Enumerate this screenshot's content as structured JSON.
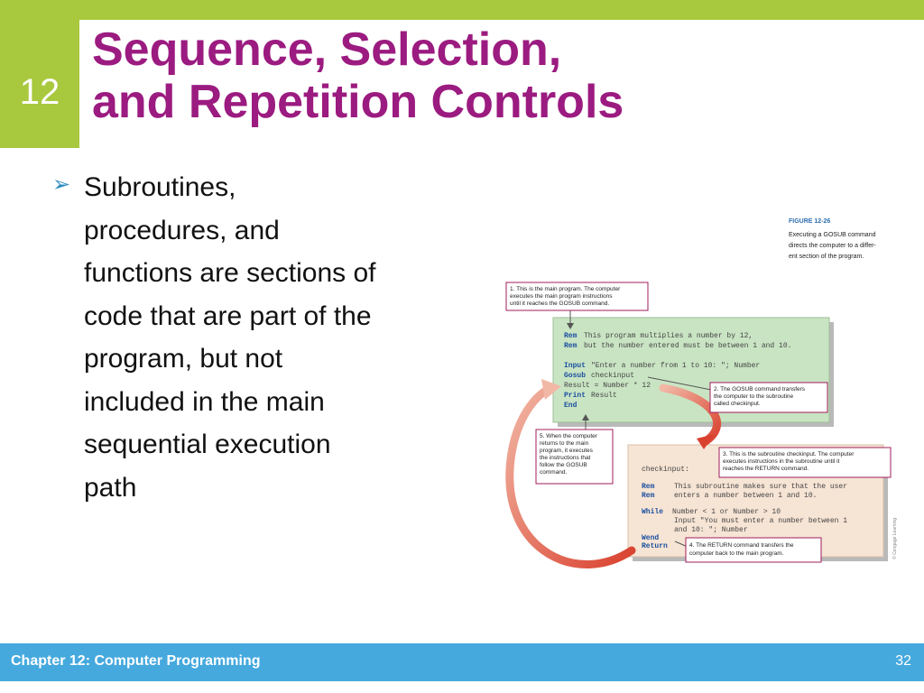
{
  "slide": {
    "chapter_number": "12",
    "title_line1": "Sequence, Selection,",
    "title_line2": "and Repetition Controls",
    "bullet_lines": [
      "Subroutines,",
      "procedures, and",
      "functions are sections of",
      "code that are part of the",
      "program, but not",
      "included in the main",
      "sequential execution",
      "path"
    ]
  },
  "figure": {
    "label": "FIGURE 12-26",
    "caption_lines": [
      "Executing a GOSUB command",
      "directs the computer to a differ-",
      "ent section of the program."
    ],
    "main_code": [
      {
        "kw": "Rem",
        "text": "This program multiplies a number by 12,"
      },
      {
        "kw": "Rem",
        "text": "but the number entered must be between 1 and 10."
      },
      {
        "kw": "Input",
        "text": "\"Enter a number from 1 to 10: \"; Number"
      },
      {
        "kw": "Gosub",
        "text": "checkinput"
      },
      {
        "kw": "",
        "text": "Result = Number * 12"
      },
      {
        "kw": "Print",
        "text": "Result"
      },
      {
        "kw": "End",
        "text": ""
      }
    ],
    "sub_label": "checkinput:",
    "sub_code": [
      {
        "kw": "Rem",
        "text": "This subroutine makes sure that the user"
      },
      {
        "kw": "Rem",
        "text": "enters a number between 1 and 10."
      },
      {
        "kw": "While",
        "text": "Number < 1 or Number > 10"
      },
      {
        "kw": "",
        "text": "Input \"You must enter a number between 1"
      },
      {
        "kw": "",
        "text": "and 10: \"; Number"
      },
      {
        "kw": "Wend",
        "text": ""
      },
      {
        "kw": "Return",
        "text": ""
      }
    ],
    "callouts": {
      "c1": [
        "1. This is the main program. The computer",
        "executes the main program instructions",
        "until it reaches the GOSUB command."
      ],
      "c2": [
        "2. The GOSUB command transfers",
        "the computer to the subroutine",
        "called checkinput."
      ],
      "c3": [
        "3. This is the subroutine checkinput. The computer",
        "executes instructions in the subroutine until it",
        "reaches the RETURN command."
      ],
      "c4": [
        "4. The RETURN command transfers the",
        "computer back to the main program."
      ],
      "c5": [
        "5. When the computer",
        "returns to the main",
        "program, it executes",
        "the instructions that",
        "follow the GOSUB",
        "command."
      ]
    },
    "credit": "© Cengage Learning"
  },
  "footer": {
    "chapter_title": "Chapter 12: Computer Programming",
    "page_number": "32"
  },
  "colors": {
    "accent_green": "#a8c83e",
    "title_purple": "#9b1b80",
    "footer_blue": "#45a9de",
    "code_green_bg": "#c9e4c3",
    "code_peach_bg": "#f6e4d4",
    "callout_border": "#a01c5c",
    "keyword_blue": "#1a4fa0",
    "arrow_red": "#d9412e"
  }
}
